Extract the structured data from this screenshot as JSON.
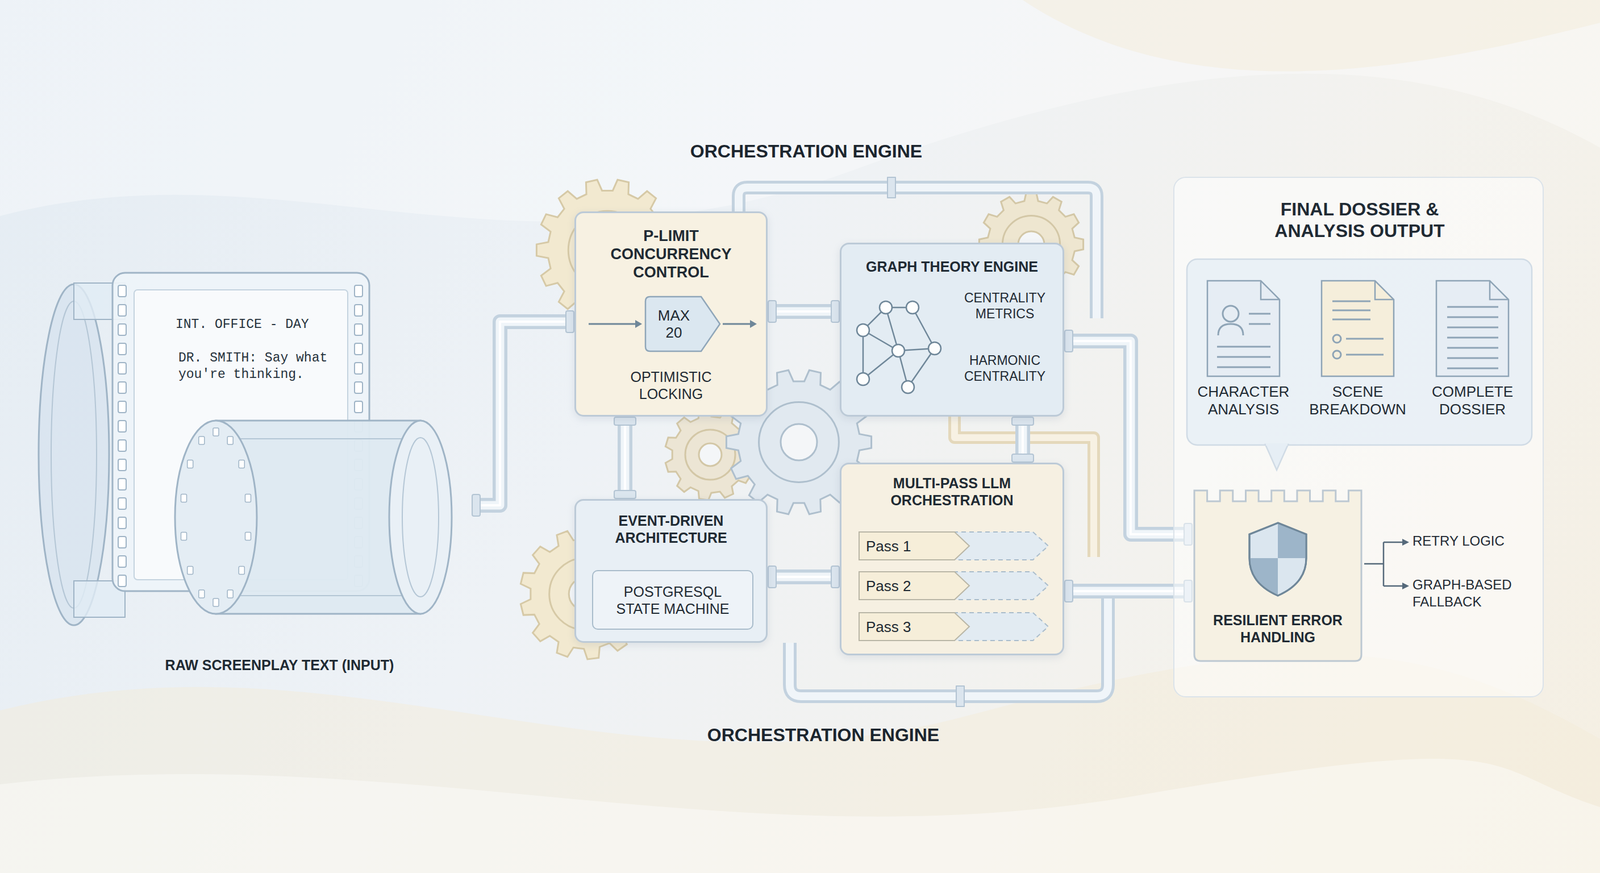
{
  "diagram": {
    "nodes": [
      {
        "text": [
          "INT. OFFICE - DAY",
          "DR. SMITH: Say what you're thinking.",
          "RAW SCREENPLAY TEXT (INPUT)"
        ]
      },
      {
        "text": [
          "P-LIMIT CONCURRENCY CONTROL",
          "OPTIMISTIC LOCKING"
        ]
      },
      {
        "text": [
          "MAX 20"
        ],
        "in": 1
      },
      {
        "text": [
          "GRAPH THEORY ENGINE",
          "CENTRALITY METRICS",
          "HARMONIC CENTRALITY"
        ]
      },
      {
        "text": [
          "EVENT-DRIVEN ARCHITECTURE"
        ]
      },
      {
        "text": [
          "POSTGRESQL STATE MACHINE"
        ],
        "in": 4
      },
      {
        "text": [
          "MULTI-PASS LLM ORCHESTRATION"
        ]
      },
      {
        "text": [
          "Pass 1"
        ],
        "in": 6
      },
      {
        "text": [
          "Pass 2"
        ],
        "in": 6
      },
      {
        "text": [
          "Pass 3"
        ],
        "in": 6
      },
      {
        "text": [
          "FINAL DOSSIER & ANALYSIS OUTPUT"
        ]
      },
      {
        "text": [
          "CHARACTER ANALYSIS"
        ],
        "in": 10
      },
      {
        "text": [
          "SCENE BREAKDOWN"
        ],
        "in": 10
      },
      {
        "text": [
          "COMPLETE DOSSIER"
        ],
        "in": 10
      },
      {
        "text": [
          "RESILIENT ERROR HANDLING"
        ],
        "in": 10
      }
    ],
    "edges": [
      {
        "from": 0,
        "to": 1,
        "arrow": "none"
      },
      {
        "from": 1,
        "to": 3,
        "arrow": "none"
      },
      {
        "from": 1,
        "to": 4,
        "arrow": "none"
      },
      {
        "from": 3,
        "to": 6,
        "arrow": "none"
      },
      {
        "from": 4,
        "to": 6,
        "arrow": "none"
      },
      {
        "from": 3,
        "to": 14,
        "arrow": "none"
      },
      {
        "from": 6,
        "to": 14,
        "arrow": "none"
      }
    ],
    "labels": [
      "ORCHESTRATION ENGINE",
      "ORCHESTRATION ENGINE",
      "RETRY LOGIC",
      "GRAPH-BASED FALLBACK"
    ]
  }
}
